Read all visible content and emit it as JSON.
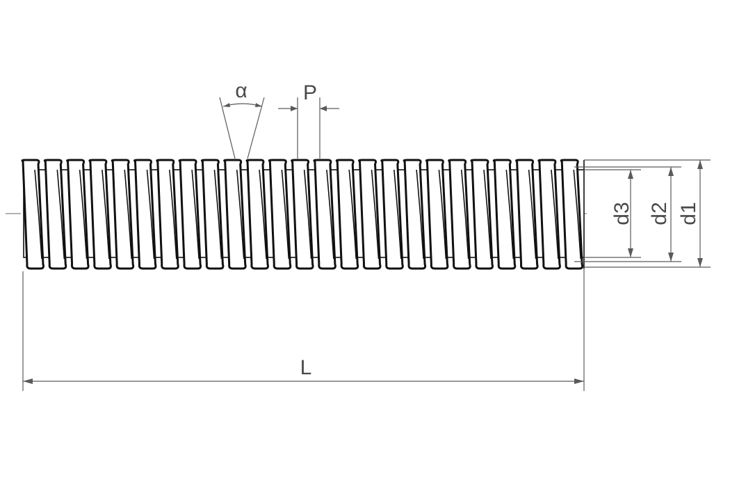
{
  "drawing": {
    "labels": {
      "flank_angle": "α",
      "pitch": "P",
      "length": "L",
      "minor_diameter": "d3",
      "pitch_diameter": "d2",
      "major_diameter": "d1"
    },
    "colors": {
      "outline": "#111111",
      "dimension": "#5a5a5a",
      "background": "#ffffff"
    }
  }
}
